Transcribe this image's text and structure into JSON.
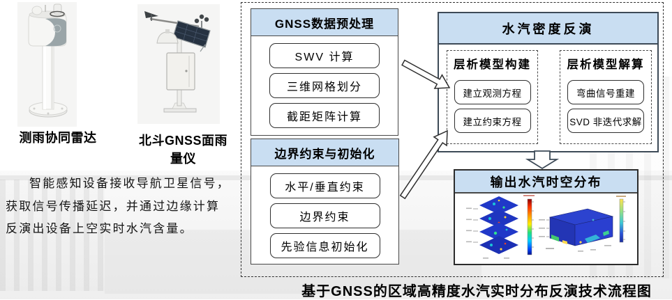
{
  "left_panel": {
    "devices": [
      {
        "label": "测雨协同雷达",
        "icon": "rain-radar-device"
      },
      {
        "label": "北斗GNSS面雨量仪",
        "icon": "gnss-weather-station"
      }
    ],
    "description_lines": [
      "智能感知设备接收导航卫星信号，",
      "获取信号传播延迟，并通过边缘计算",
      "反演出设备上空实时水汽含量。"
    ]
  },
  "flowchart": {
    "preprocess": {
      "title": "GNSS数据预处理",
      "items": [
        "SWV  计算",
        "三维网格划分",
        "截距矩阵计算"
      ]
    },
    "boundary": {
      "title": "边界约束与初始化",
      "items": [
        "水平/垂直约束",
        "边界约束",
        "先验信息初始化"
      ]
    },
    "inversion": {
      "title": "水汽密度反演",
      "model_build": {
        "title": "层析模型构建",
        "items": [
          "建立观测方程",
          "建立约束方程"
        ]
      },
      "model_solve": {
        "title": "层析模型解算",
        "items": [
          "弯曲信号重建",
          "SVD 非迭代求解"
        ]
      }
    },
    "output": {
      "title": "输出水汽时空分布",
      "plots": [
        "layered-vapor-3d-plot",
        "cube-vapor-3d-plot"
      ]
    },
    "caption": "基于GNSS的区域高精度水汽实时分布反演技术流程图"
  },
  "colors": {
    "header_fill": "#c9def2",
    "box_border": "#474747",
    "inversion_border": "#3d4a57",
    "dashed_border": "#4a4a4a",
    "plot_blue": "#2238c4",
    "colorbar_jet": [
      "#8b0000",
      "#ff3300",
      "#ff9900",
      "#ffee00",
      "#22e07d",
      "#00ccff",
      "#0044ff",
      "#00138b"
    ],
    "colorbar_right": [
      "#ffe34d",
      "#8fe08a",
      "#3cc8d6",
      "#2a52d8",
      "#1a2e9e"
    ]
  }
}
